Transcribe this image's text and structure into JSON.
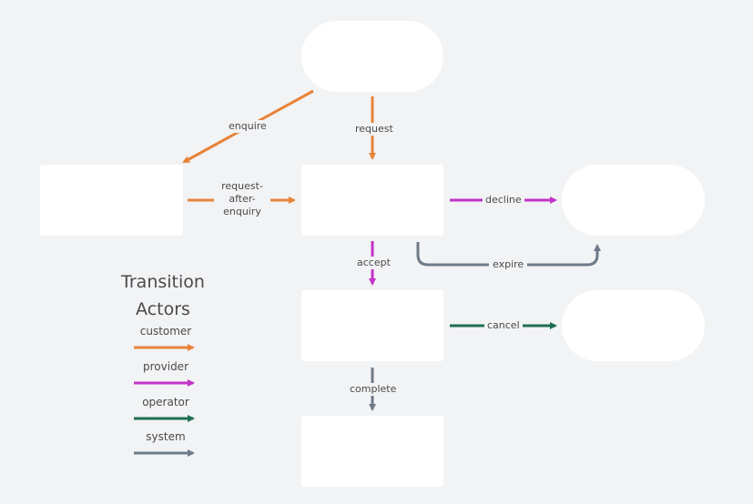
{
  "diagram": {
    "transitions": {
      "enquire": "enquire",
      "request": "request",
      "request_after_enquiry": "request-after-enquiry",
      "decline": "decline",
      "accept": "accept",
      "expire": "expire",
      "cancel": "cancel",
      "complete": "complete"
    },
    "legend": {
      "title_line1": "Transition",
      "title_line2": "Actors",
      "items": [
        {
          "label": "customer",
          "color": "#e8833a"
        },
        {
          "label": "provider",
          "color": "#c233c8"
        },
        {
          "label": "operator",
          "color": "#1f6e52"
        },
        {
          "label": "system",
          "color": "#6e7a88"
        }
      ]
    },
    "colors": {
      "customer": "#e8833a",
      "provider": "#c233c8",
      "operator": "#1f6e52",
      "system": "#6e7a88",
      "node_fill": "#ffffff",
      "background": "#f2f3f5"
    }
  }
}
